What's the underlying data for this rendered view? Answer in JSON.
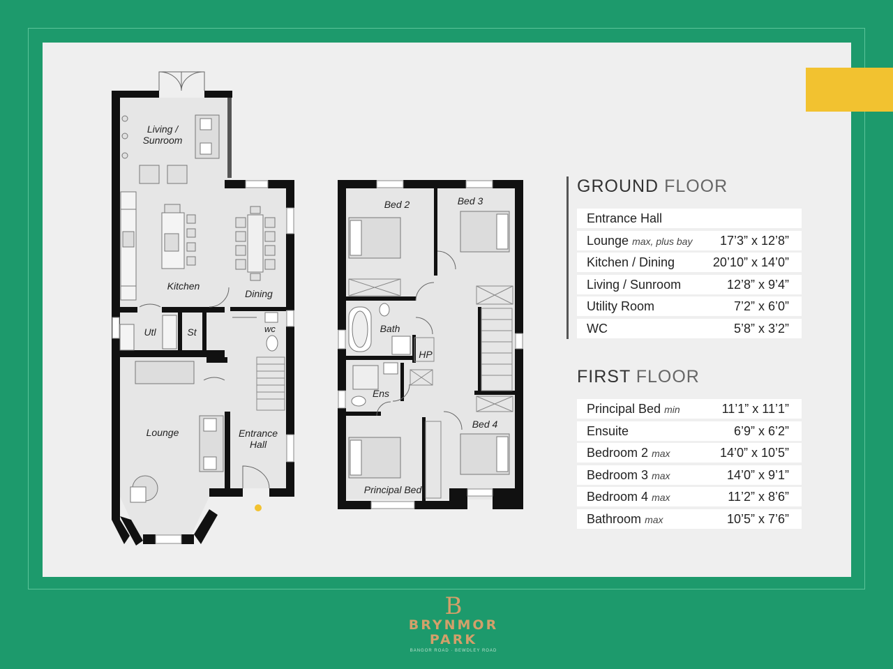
{
  "colors": {
    "background": "#1d9a6c",
    "panel": "#efefef",
    "accent_yellow": "#f2c230",
    "wall": "#111111",
    "logo_gold": "#d3a06a"
  },
  "ground_plan": {
    "rooms": {
      "living": "Living /",
      "living2": "Sunroom",
      "kitchen": "Kitchen",
      "dining": "Dining",
      "utl": "Utl",
      "st": "St",
      "wc": "wc",
      "lounge": "Lounge",
      "entrance": "Entrance",
      "entrance2": "Hall"
    }
  },
  "first_plan": {
    "rooms": {
      "bed2": "Bed 2",
      "bed3": "Bed 3",
      "bath": "Bath",
      "hp": "HP",
      "ens": "Ens",
      "bed4": "Bed 4",
      "principal": "Principal Bed"
    }
  },
  "ground_floor": {
    "heading_bold": "GROUND",
    "heading_light": "FLOOR",
    "rows": [
      {
        "name": "Entrance Hall",
        "qualifier": "",
        "dims": ""
      },
      {
        "name": "Lounge",
        "qualifier": "max, plus bay",
        "dims": "17’3” x 12’8”"
      },
      {
        "name": "Kitchen / Dining",
        "qualifier": "",
        "dims": "20’10” x 14’0”"
      },
      {
        "name": "Living / Sunroom",
        "qualifier": "",
        "dims": "12’8” x 9’4”"
      },
      {
        "name": "Utility Room",
        "qualifier": "",
        "dims": "7’2” x 6’0”"
      },
      {
        "name": "WC",
        "qualifier": "",
        "dims": "5’8” x 3’2”"
      }
    ]
  },
  "first_floor": {
    "heading_bold": "FIRST",
    "heading_light": "FLOOR",
    "rows": [
      {
        "name": "Principal Bed",
        "qualifier": "min",
        "dims": "11’1” x 11’1”"
      },
      {
        "name": "Ensuite",
        "qualifier": "",
        "dims": "6’9” x 6’2”"
      },
      {
        "name": "Bedroom 2",
        "qualifier": "max",
        "dims": "14’0” x 10’5”"
      },
      {
        "name": "Bedroom 3",
        "qualifier": "max",
        "dims": "14’0” x 9’1”"
      },
      {
        "name": "Bedroom 4",
        "qualifier": "max",
        "dims": "11’2” x 8’6”"
      },
      {
        "name": "Bathroom",
        "qualifier": "max",
        "dims": "10’5” x 7’6”"
      }
    ]
  },
  "logo": {
    "monogram": "B",
    "line1": "BRYNMOR",
    "line2": "PARK",
    "tagline": "BANGOR ROAD · BEWDLEY ROAD"
  }
}
